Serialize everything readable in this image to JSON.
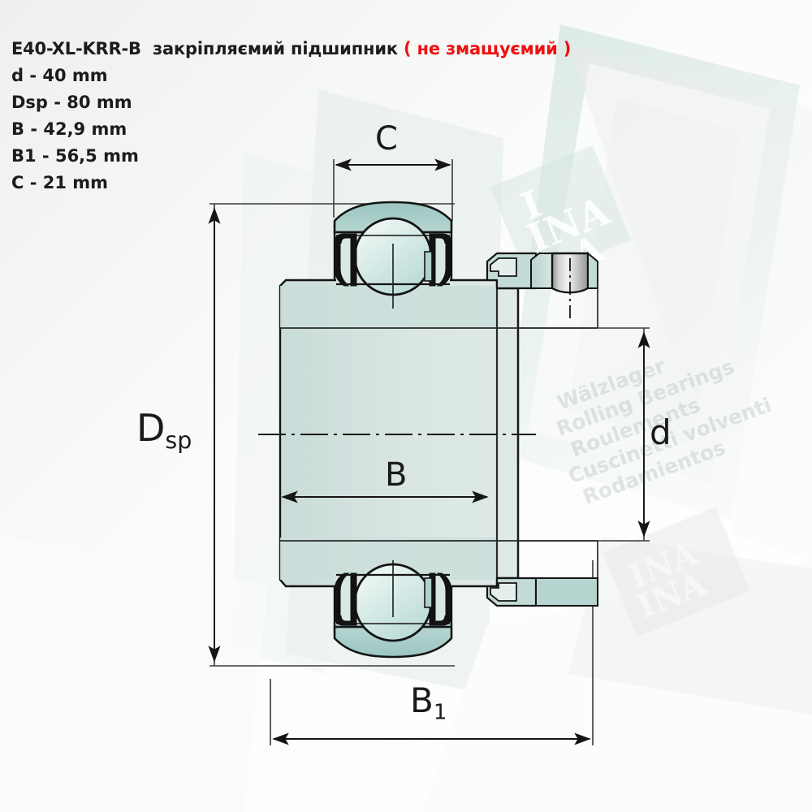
{
  "header": {
    "designation": "E40-XL-KRR-B",
    "description": "закріпляємий підшипник",
    "lubrication_note": "( не змащуємий )",
    "lubrication_color": "#ee1111",
    "text_color": "#1c1c1c"
  },
  "specs": [
    {
      "symbol": "d",
      "value": "40 mm",
      "line": "d - 40 mm"
    },
    {
      "symbol": "Dsp",
      "value": "80 mm",
      "line": "Dsp - 80 mm"
    },
    {
      "symbol": "B",
      "value": "42,9 mm",
      "line": "B - 42,9 mm"
    },
    {
      "symbol": "B1",
      "value": "56,5 mm",
      "line": "B1 - 56,5 mm"
    },
    {
      "symbol": "C",
      "value": "21 mm",
      "line": "C - 21 mm"
    }
  ],
  "drawing": {
    "type": "bearing-cross-section",
    "dimension_labels": {
      "C": "C",
      "Dsp_main": "D",
      "Dsp_sub": "sp",
      "d": "d",
      "B": "B",
      "B1_main": "B",
      "B1_sub": "1"
    },
    "watermarks": {
      "brand": "INA",
      "languages": [
        "Wälzlager",
        "Rolling Bearings",
        "Roulements",
        "Cuscinetti volventi",
        "Rodamientos"
      ]
    },
    "colors": {
      "inner_ring_fill": "#cfdedb",
      "outer_ring_fill": "#a6cbc7",
      "ball_fill": "#d2e8e4",
      "collar_metal": "#b9bcbb",
      "line_color": "#1a1a1a",
      "background": "#f7f8f7"
    }
  }
}
